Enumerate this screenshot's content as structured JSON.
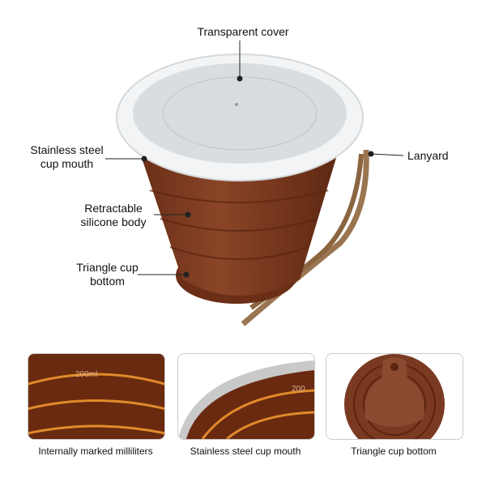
{
  "callouts": {
    "cover": "Transparent cover",
    "mouth": "Stainless steel cup mouth",
    "body": "Retractable silicone body",
    "bottom": "Triangle cup bottom",
    "lanyard": "Lanyard"
  },
  "panels": [
    {
      "caption": "Internally marked milliliters",
      "mark": "200ml"
    },
    {
      "caption": "Stainless steel cup mouth",
      "mark": "200"
    },
    {
      "caption": "Triangle cup bottom"
    }
  ],
  "colors": {
    "silicone": "#7a3a20",
    "lanyard": "#9a7550",
    "lid": "#e8ecee"
  }
}
